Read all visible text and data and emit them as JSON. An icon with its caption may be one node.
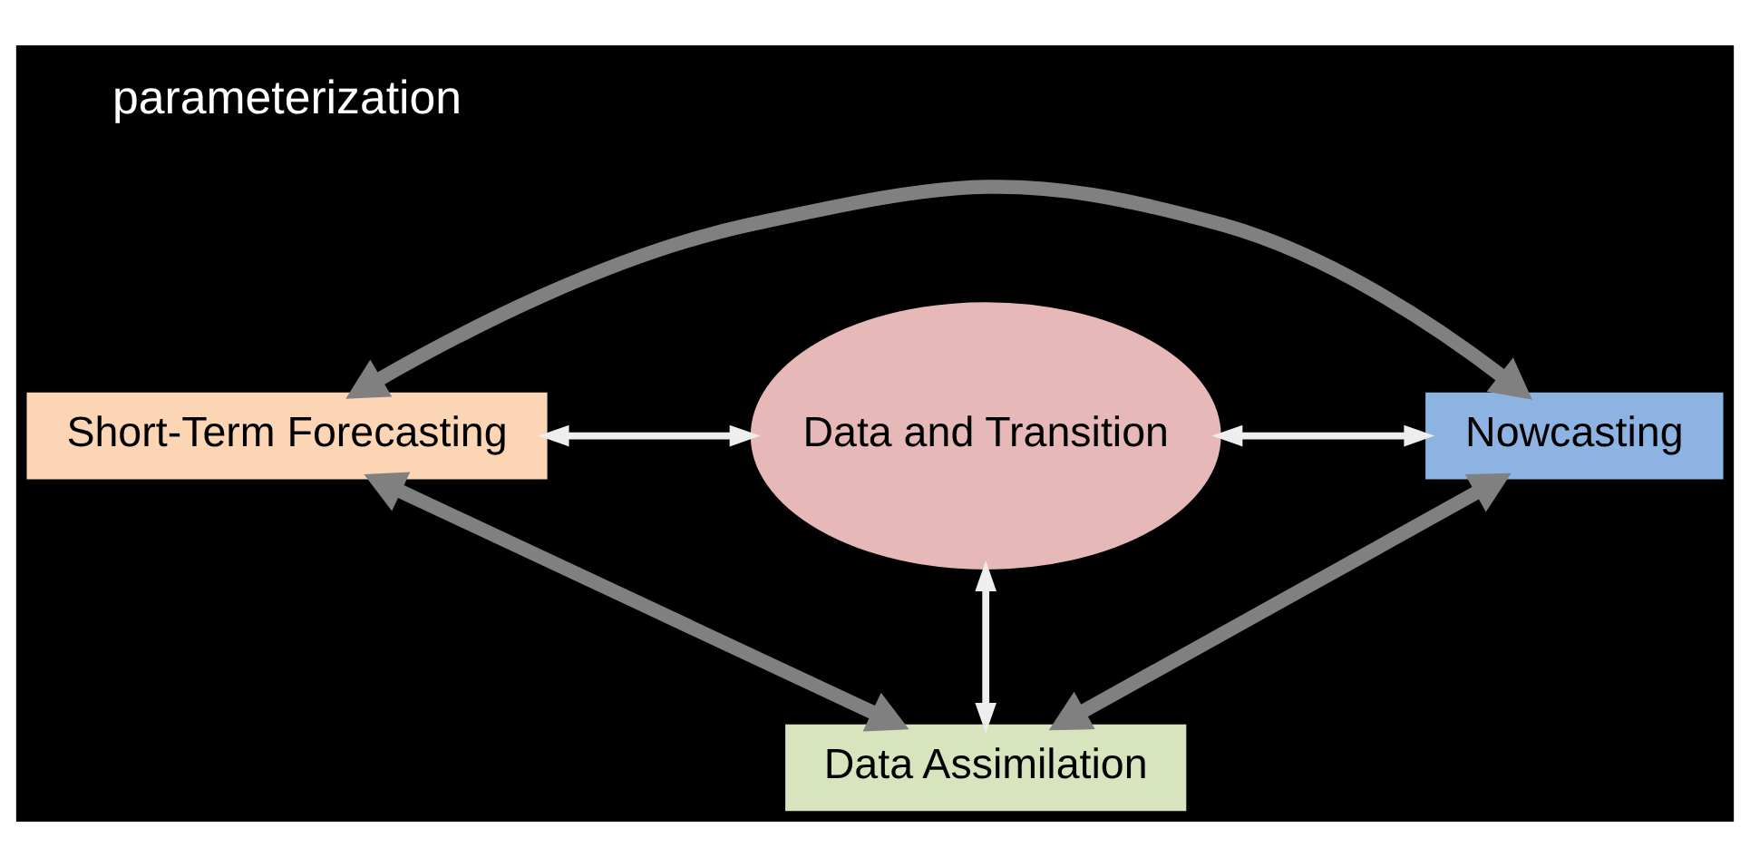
{
  "diagram": {
    "nodes": [
      {
        "text": [
          "Short-Term Forecasting"
        ]
      },
      {
        "text": [
          "Data and Transition"
        ]
      },
      {
        "text": [
          "Nowcasting"
        ]
      },
      {
        "text": [
          "Data Assimilation"
        ]
      }
    ],
    "edges": [
      {
        "from": 0,
        "to": 2,
        "arrow": "both",
        "style": "thick"
      },
      {
        "from": 0,
        "to": 1,
        "arrow": "both",
        "color": "#eeeeee"
      },
      {
        "from": 1,
        "to": 2,
        "arrow": "both",
        "color": "#eeeeee"
      },
      {
        "from": 0,
        "to": 3,
        "arrow": "both",
        "style": "thick"
      },
      {
        "from": 2,
        "to": 3,
        "arrow": "both",
        "style": "thick"
      },
      {
        "from": 1,
        "to": 3,
        "arrow": "both",
        "color": "#eeeeee"
      }
    ],
    "labels": [
      "parameterization"
    ]
  }
}
